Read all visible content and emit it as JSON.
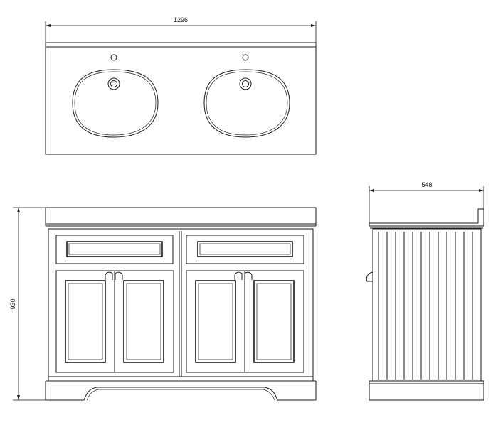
{
  "dimensions": {
    "width": "1296",
    "depth": "548",
    "height": "930"
  },
  "colors": {
    "line": "#1a1a1a",
    "background": "#ffffff"
  }
}
